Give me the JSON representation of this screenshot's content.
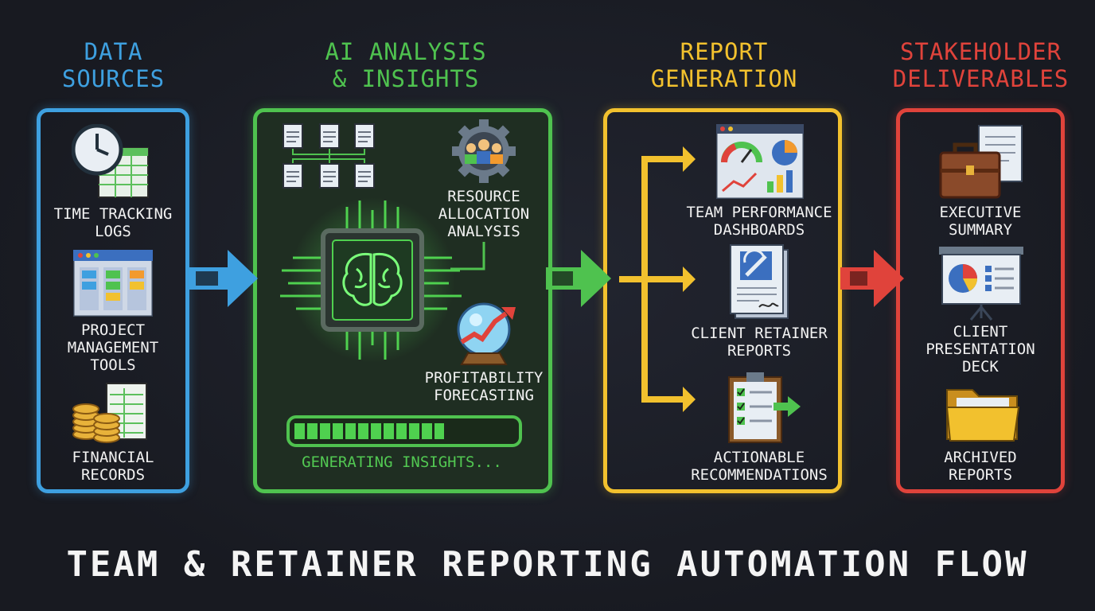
{
  "title": "TEAM & RETAINER REPORTING AUTOMATION FLOW",
  "colors": {
    "data_sources": "#3ea0e0",
    "ai_analysis": "#4fc24f",
    "report_generation": "#f2c12e",
    "stakeholder": "#e0433b"
  },
  "stages": {
    "data_sources": {
      "heading_line1": "DATA",
      "heading_line2": "SOURCES",
      "items": [
        {
          "line1": "TIME TRACKING",
          "line2": "LOGS",
          "line3": "",
          "icon": "clock-spreadsheet-icon"
        },
        {
          "line1": "PROJECT",
          "line2": "MANAGEMENT",
          "line3": "TOOLS",
          "icon": "kanban-board-icon"
        },
        {
          "line1": "FINANCIAL",
          "line2": "RECORDS",
          "line3": "",
          "icon": "coins-ledger-icon"
        }
      ]
    },
    "ai_analysis": {
      "heading_line1": "AI ANALYSIS",
      "heading_line2": "& INSIGHTS",
      "items": [
        {
          "line1": "RESOURCE",
          "line2": "ALLOCATION",
          "line3": "ANALYSIS",
          "icon": "team-gear-icon"
        },
        {
          "line1": "PROFITABILITY",
          "line2": "FORECASTING",
          "line3": "",
          "icon": "crystal-ball-icon"
        }
      ],
      "progress_label": "GENERATING INSIGHTS...",
      "progress": 0.68
    },
    "report_generation": {
      "heading_line1": "REPORT",
      "heading_line2": "GENERATION",
      "items": [
        {
          "line1": "TEAM PERFORMANCE",
          "line2": "DASHBOARDS",
          "icon": "dashboard-icon"
        },
        {
          "line1": "CLIENT RETAINER",
          "line2": "REPORTS",
          "icon": "signed-report-icon"
        },
        {
          "line1": "ACTIONABLE",
          "line2": "RECOMMENDATIONS",
          "icon": "checklist-icon"
        }
      ]
    },
    "stakeholder": {
      "heading_line1": "STAKEHOLDER",
      "heading_line2": "DELIVERABLES",
      "items": [
        {
          "line1": "EXECUTIVE",
          "line2": "SUMMARY",
          "line3": "",
          "icon": "briefcase-icon"
        },
        {
          "line1": "CLIENT",
          "line2": "PRESENTATION",
          "line3": "DECK",
          "icon": "presentation-board-icon"
        },
        {
          "line1": "ARCHIVED",
          "line2": "REPORTS",
          "line3": "",
          "icon": "folder-icon"
        }
      ]
    }
  }
}
